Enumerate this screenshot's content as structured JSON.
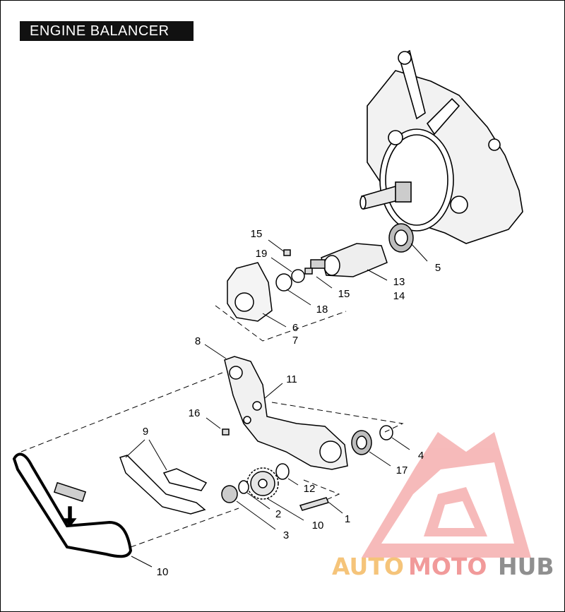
{
  "title": "ENGINE BALANCER",
  "callouts": [
    "15",
    "19",
    "5",
    "13",
    "14",
    "15",
    "18",
    "6",
    "7",
    "8",
    "11",
    "16",
    "9",
    "4",
    "17",
    "12",
    "2",
    "10",
    "1",
    "3",
    "10"
  ],
  "watermark": {
    "part1": "AUTO",
    "part2": "MOTO",
    "part3": "HUB",
    "colors": {
      "auto": "#f5c47a",
      "moto": "#f19a9a",
      "hub": "#8f8f8f"
    }
  }
}
